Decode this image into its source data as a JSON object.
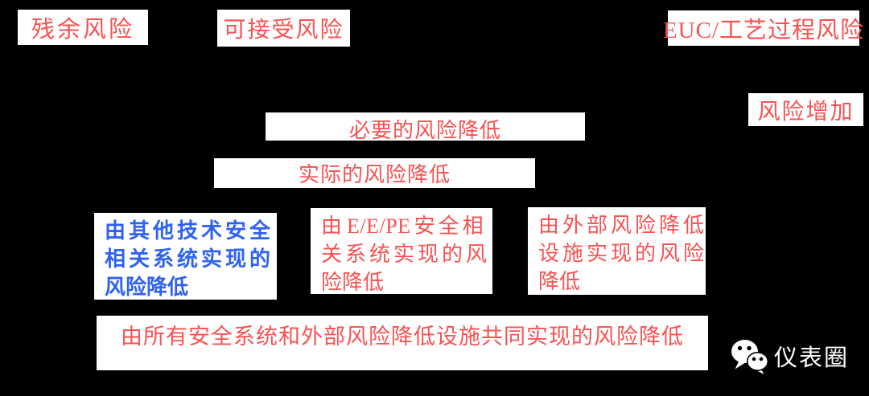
{
  "background_color": "#000000",
  "colors": {
    "red_text": "#FA5151",
    "blue_text": "#2E62F1",
    "box_background": "#FFFFFF",
    "watermark_text": "#FFFFFF"
  },
  "top_row": {
    "residual_risk": "残余风险",
    "acceptable_risk": "可接受风险",
    "euc_process_risk": "EUC/工艺过程风险"
  },
  "axis": {
    "risk_increase": "风险增加"
  },
  "reduction_bars": {
    "necessary": "必要的风险降低",
    "actual": "实际的风险降低",
    "combined": "由所有安全系统和外部风险降低设施共同实现的风险降低"
  },
  "reduction_boxes": {
    "other_tech": {
      "lines": [
        "由其他技术安全",
        "相关系统实现的",
        "风险降低"
      ]
    },
    "eepe": {
      "line1_pre": "由",
      "line1_latin": "E/E/PE",
      "line1_post": "安全相",
      "line2": "关系统实现的风",
      "line3": "险降低"
    },
    "external": {
      "lines": [
        "由外部风险降低",
        "设施实现的风险",
        "降低"
      ]
    }
  },
  "watermark": {
    "icon": "wechat-icon",
    "label": "仪表圈"
  }
}
